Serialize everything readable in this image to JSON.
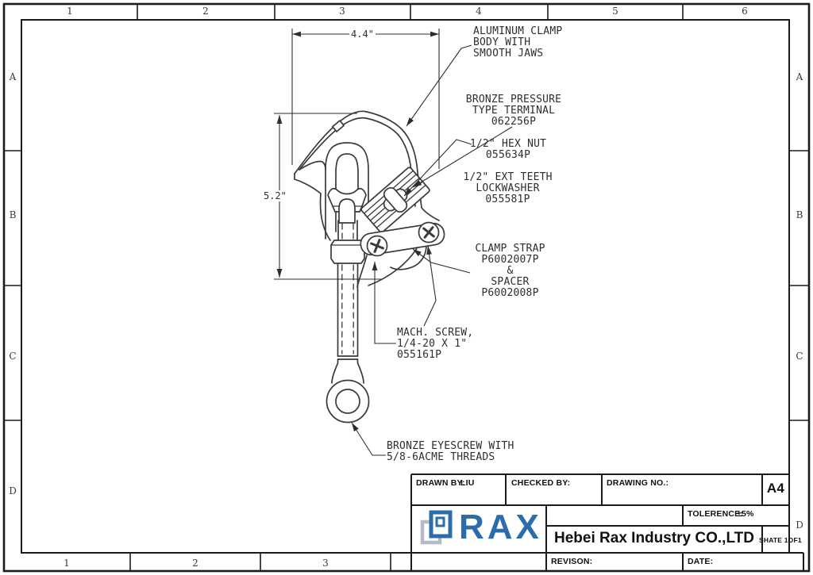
{
  "zones": {
    "top": [
      "1",
      "2",
      "3",
      "4",
      "5",
      "6"
    ],
    "bottom": [
      "1",
      "2",
      "3"
    ],
    "left": [
      "A",
      "B",
      "C",
      "D"
    ],
    "right": [
      "A",
      "B",
      "C",
      "D"
    ]
  },
  "dimensions": {
    "width": "4.4\"",
    "height": "5.2\""
  },
  "callouts": {
    "clamp_body": {
      "l1": "ALUMINUM CLAMP",
      "l2": "BODY WITH",
      "l3": "SMOOTH JAWS"
    },
    "terminal": {
      "l1": "BRONZE PRESSURE",
      "l2": "TYPE TERMINAL",
      "l3": "062256P"
    },
    "hex_nut": {
      "l1": "1/2\" HEX NUT",
      "l2": "055634P"
    },
    "lockwasher": {
      "l1": "1/2\" EXT TEETH",
      "l2": "LOCKWASHER",
      "l3": "055581P"
    },
    "clamp_strap": {
      "l1": "CLAMP STRAP",
      "l2": "P6002007P",
      "l3": "&",
      "l4": "SPACER",
      "l5": "P6002008P"
    },
    "mach_screw": {
      "l1": "MACH. SCREW,",
      "l2": "1/4-20 X 1\"",
      "l3": "055161P"
    },
    "eyescrew": {
      "l1": "BRONZE EYESCREW WITH",
      "l2": "5/8-6ACME THREADS"
    }
  },
  "title_block": {
    "drawn_by_label": "DRAWN BY:",
    "drawn_by_value": "LIU",
    "checked_by_label": "CHECKED BY:",
    "drawing_no_label": "DRAWING NO.:",
    "sheet_size": "A4",
    "tolerance_label": "TOLERENCE:",
    "tolerance_value": "±5%",
    "company": "Hebei Rax Industry CO.,LTD",
    "sheet_label": "SHATE 1OF1",
    "revision_label": "REVISON:",
    "date_label": "DATE:",
    "logo_text": "RAX"
  },
  "colors": {
    "logo_blue": "#2b6cab",
    "line": "#2e2e2e"
  }
}
